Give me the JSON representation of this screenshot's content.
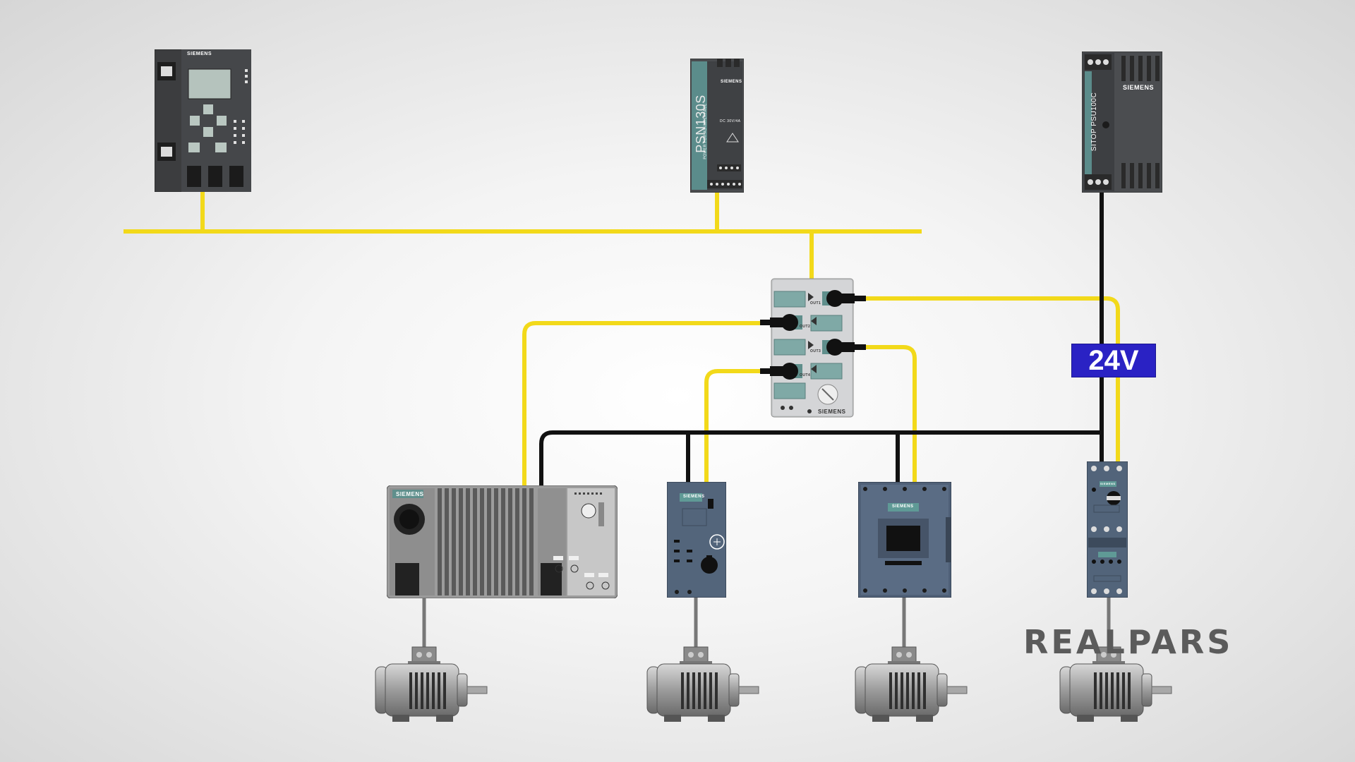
{
  "diagram": {
    "voltage_label": "24V",
    "brand_logo": "REALPARS",
    "devices": {
      "plc": {
        "brand": "SIEMENS"
      },
      "asi_power_supply": {
        "brand": "SIEMENS",
        "model": "PSN130S",
        "subtitle": "POWER FOR AS-INTERFACE",
        "rating": "DC 30V/4A"
      },
      "sitop_psu": {
        "brand": "SIEMENS",
        "model": "SITOP PSU100C"
      },
      "asi_module": {
        "brand": "SIEMENS",
        "ports": [
          "OUT1",
          "OUT2",
          "OUT3",
          "OUT4"
        ]
      },
      "frequency_drive": {
        "brand": "SIEMENS"
      },
      "motor_starter": {
        "brand": "SIEMENS"
      },
      "contactor": {
        "brand": "SIEMENS"
      },
      "soft_starter": {
        "brand": "SIEMENS"
      }
    }
  }
}
